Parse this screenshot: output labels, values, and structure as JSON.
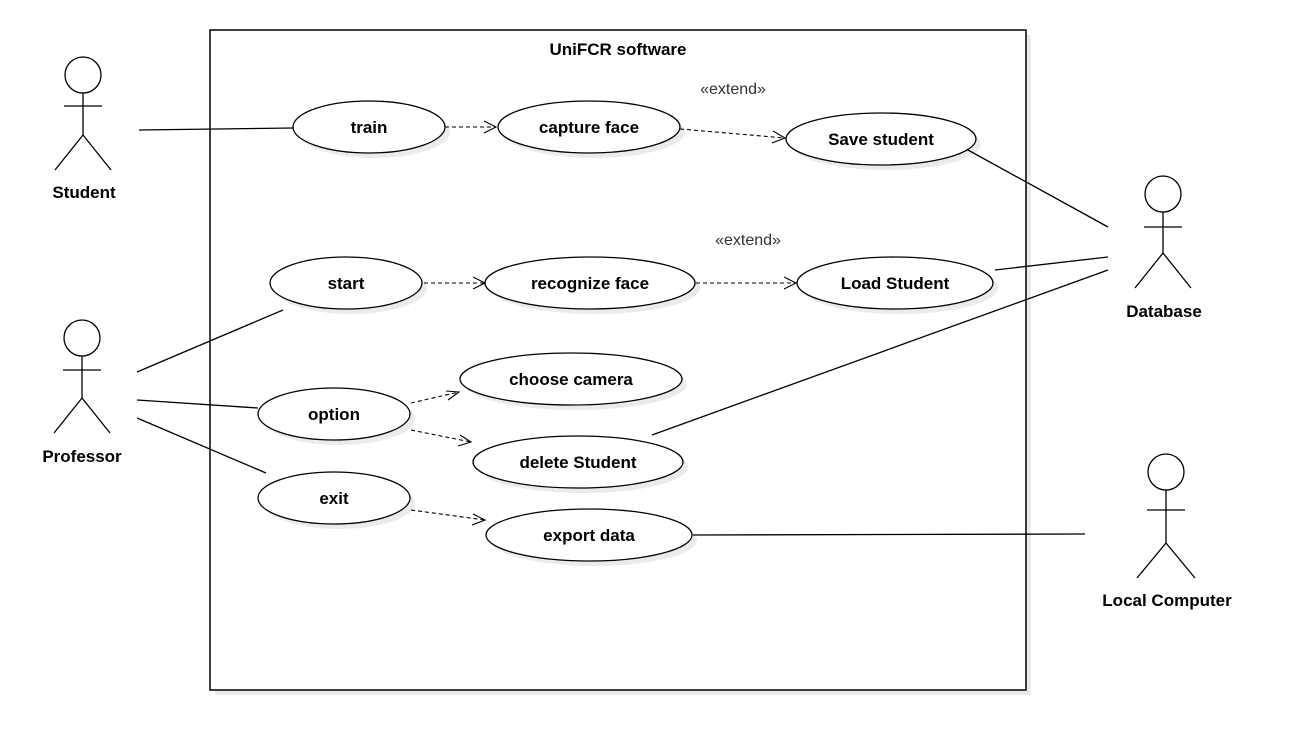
{
  "system": {
    "title": "UniFCR software"
  },
  "actors": {
    "student": "Student",
    "professor": "Professor",
    "database": "Database",
    "local_computer": "Local Computer"
  },
  "use_cases": {
    "train": "train",
    "capture_face": "capture face",
    "save_student": "Save student",
    "start": "start",
    "recognize_face": "recognize face",
    "load_student": "Load Student",
    "choose_camera": "choose camera",
    "option": "option",
    "delete_student": "delete Student",
    "exit": "exit",
    "export_data": "export data"
  },
  "stereotypes": {
    "extend_top": "«extend»",
    "extend_mid": "«extend»"
  }
}
